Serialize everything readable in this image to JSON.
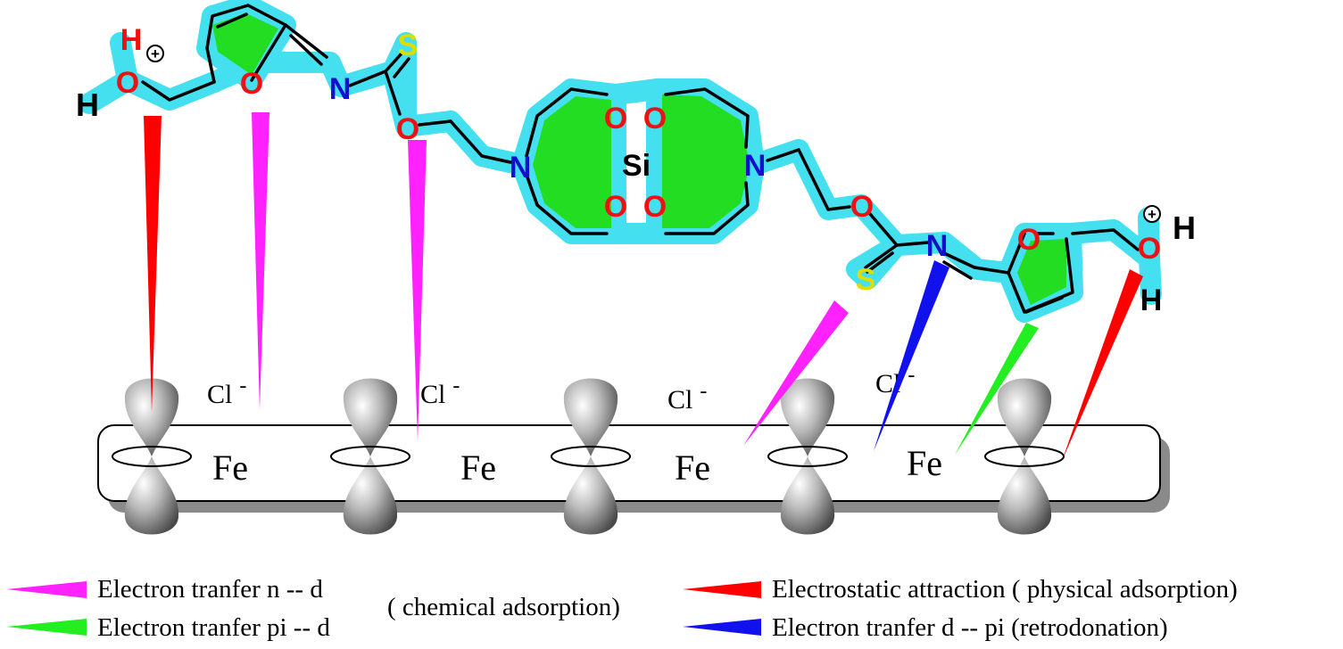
{
  "colors": {
    "highlight": "#44e0f0",
    "ring_fill": "#22dd22",
    "oxygen": "#ee1111",
    "nitrogen": "#1111cc",
    "sulfur": "#dddd00",
    "black": "#000000",
    "n_d": "#ff22ff",
    "pi_d": "#22ee22",
    "electrostatic": "#ff0000",
    "d_pi": "#1111ee"
  },
  "atoms": {
    "h_plus_left": "H",
    "h_left": "H",
    "o_hydroxyl_left": "O",
    "o_furan_left": "O",
    "n_imine_left": "N",
    "s_left": "S",
    "o_ester_left": "O",
    "n_crown_left": "N",
    "si_center": "Si",
    "o_crown_tl1": "O",
    "o_crown_tl2": "O",
    "o_crown_bl1": "O",
    "o_crown_bl2": "O",
    "n_crown_right": "N",
    "o_ester_right": "O",
    "n_imine_right": "N",
    "s_right": "S",
    "o_furan_right": "O",
    "o_hydroxyl_right": "O",
    "h_plus_right": "H",
    "h_right": "H",
    "plus_sign": "+"
  },
  "surface": {
    "metal": [
      "Fe",
      "Fe",
      "Fe",
      "Fe"
    ],
    "anion": "Cl",
    "anion_charge": "-"
  },
  "legend": {
    "n_d": "Electron tranfer n -- d",
    "pi_d": "Electron tranfer pi -- d",
    "chemical": "( chemical adsorption)",
    "electrostatic": "Electrostatic attraction ( physical adsorption)",
    "d_pi": "Electron tranfer d -- pi (retrodonation)"
  }
}
